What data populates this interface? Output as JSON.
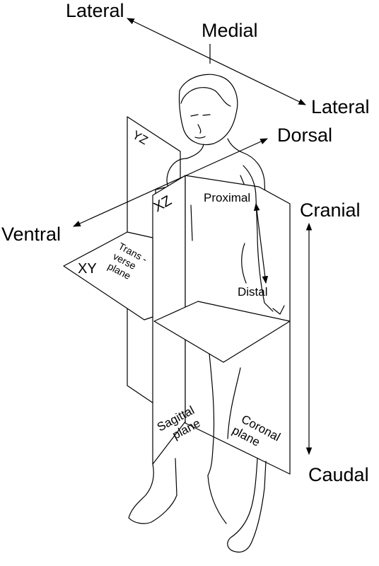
{
  "directions": {
    "lateral_top": "Lateral",
    "medial": "Medial",
    "lateral_right": "Lateral",
    "dorsal": "Dorsal",
    "ventral": "Ventral",
    "cranial": "Cranial",
    "caudal": "Caudal",
    "proximal": "Proximal",
    "distal": "Distal"
  },
  "planes": {
    "yz": "YZ",
    "xz": "XZ",
    "xy": "XY",
    "transverse_line1": "Trans -",
    "transverse_line2": "verse",
    "transverse_line3": "plane",
    "sagittal_line1": "Sagittal",
    "sagittal_line2": "plane",
    "coronal_line1": "Coronal",
    "coronal_line2": "plane"
  }
}
